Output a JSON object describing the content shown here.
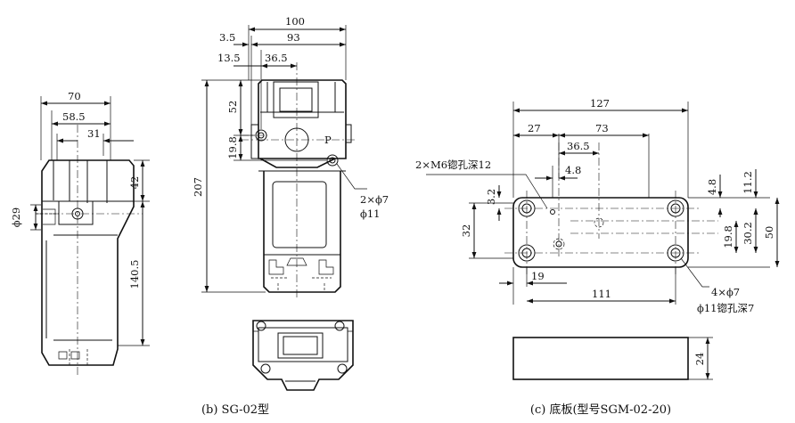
{
  "captions": {
    "b": "(b) SG-02型",
    "c": "(c) 底板(型号SGM-02-20)"
  },
  "side_view": {
    "dims": {
      "w70": "70",
      "w58_5": "58.5",
      "w31": "31",
      "h42": "42",
      "h140_5": "140.5",
      "d29": "29"
    }
  },
  "front_view": {
    "dims": {
      "w100": "100",
      "w3_5": "3.5",
      "w93": "93",
      "w13_5": "13.5",
      "w36_5": "36.5",
      "h52": "52",
      "h207": "207",
      "h19_8": "19.8",
      "port": "P"
    },
    "hole_note": {
      "line1": "2×ϕ7",
      "line2": "ϕ11"
    }
  },
  "base_plate": {
    "dims": {
      "w127": "127",
      "w27": "27",
      "w73": "73",
      "w36_5": "36.5",
      "w4_8_top": "4.8",
      "h3_2": "3.2",
      "h32": "32",
      "h4_8_right": "4.8",
      "h11_2": "11.2",
      "h19_8": "19.8",
      "h30_2": "30.2",
      "h50": "50",
      "w19": "19",
      "w111": "111",
      "h24": "24"
    },
    "thread_note": "2×M6锪孔深12",
    "hole_note": {
      "line1": "4×ϕ7",
      "line2": "ϕ11锪孔深7"
    }
  }
}
